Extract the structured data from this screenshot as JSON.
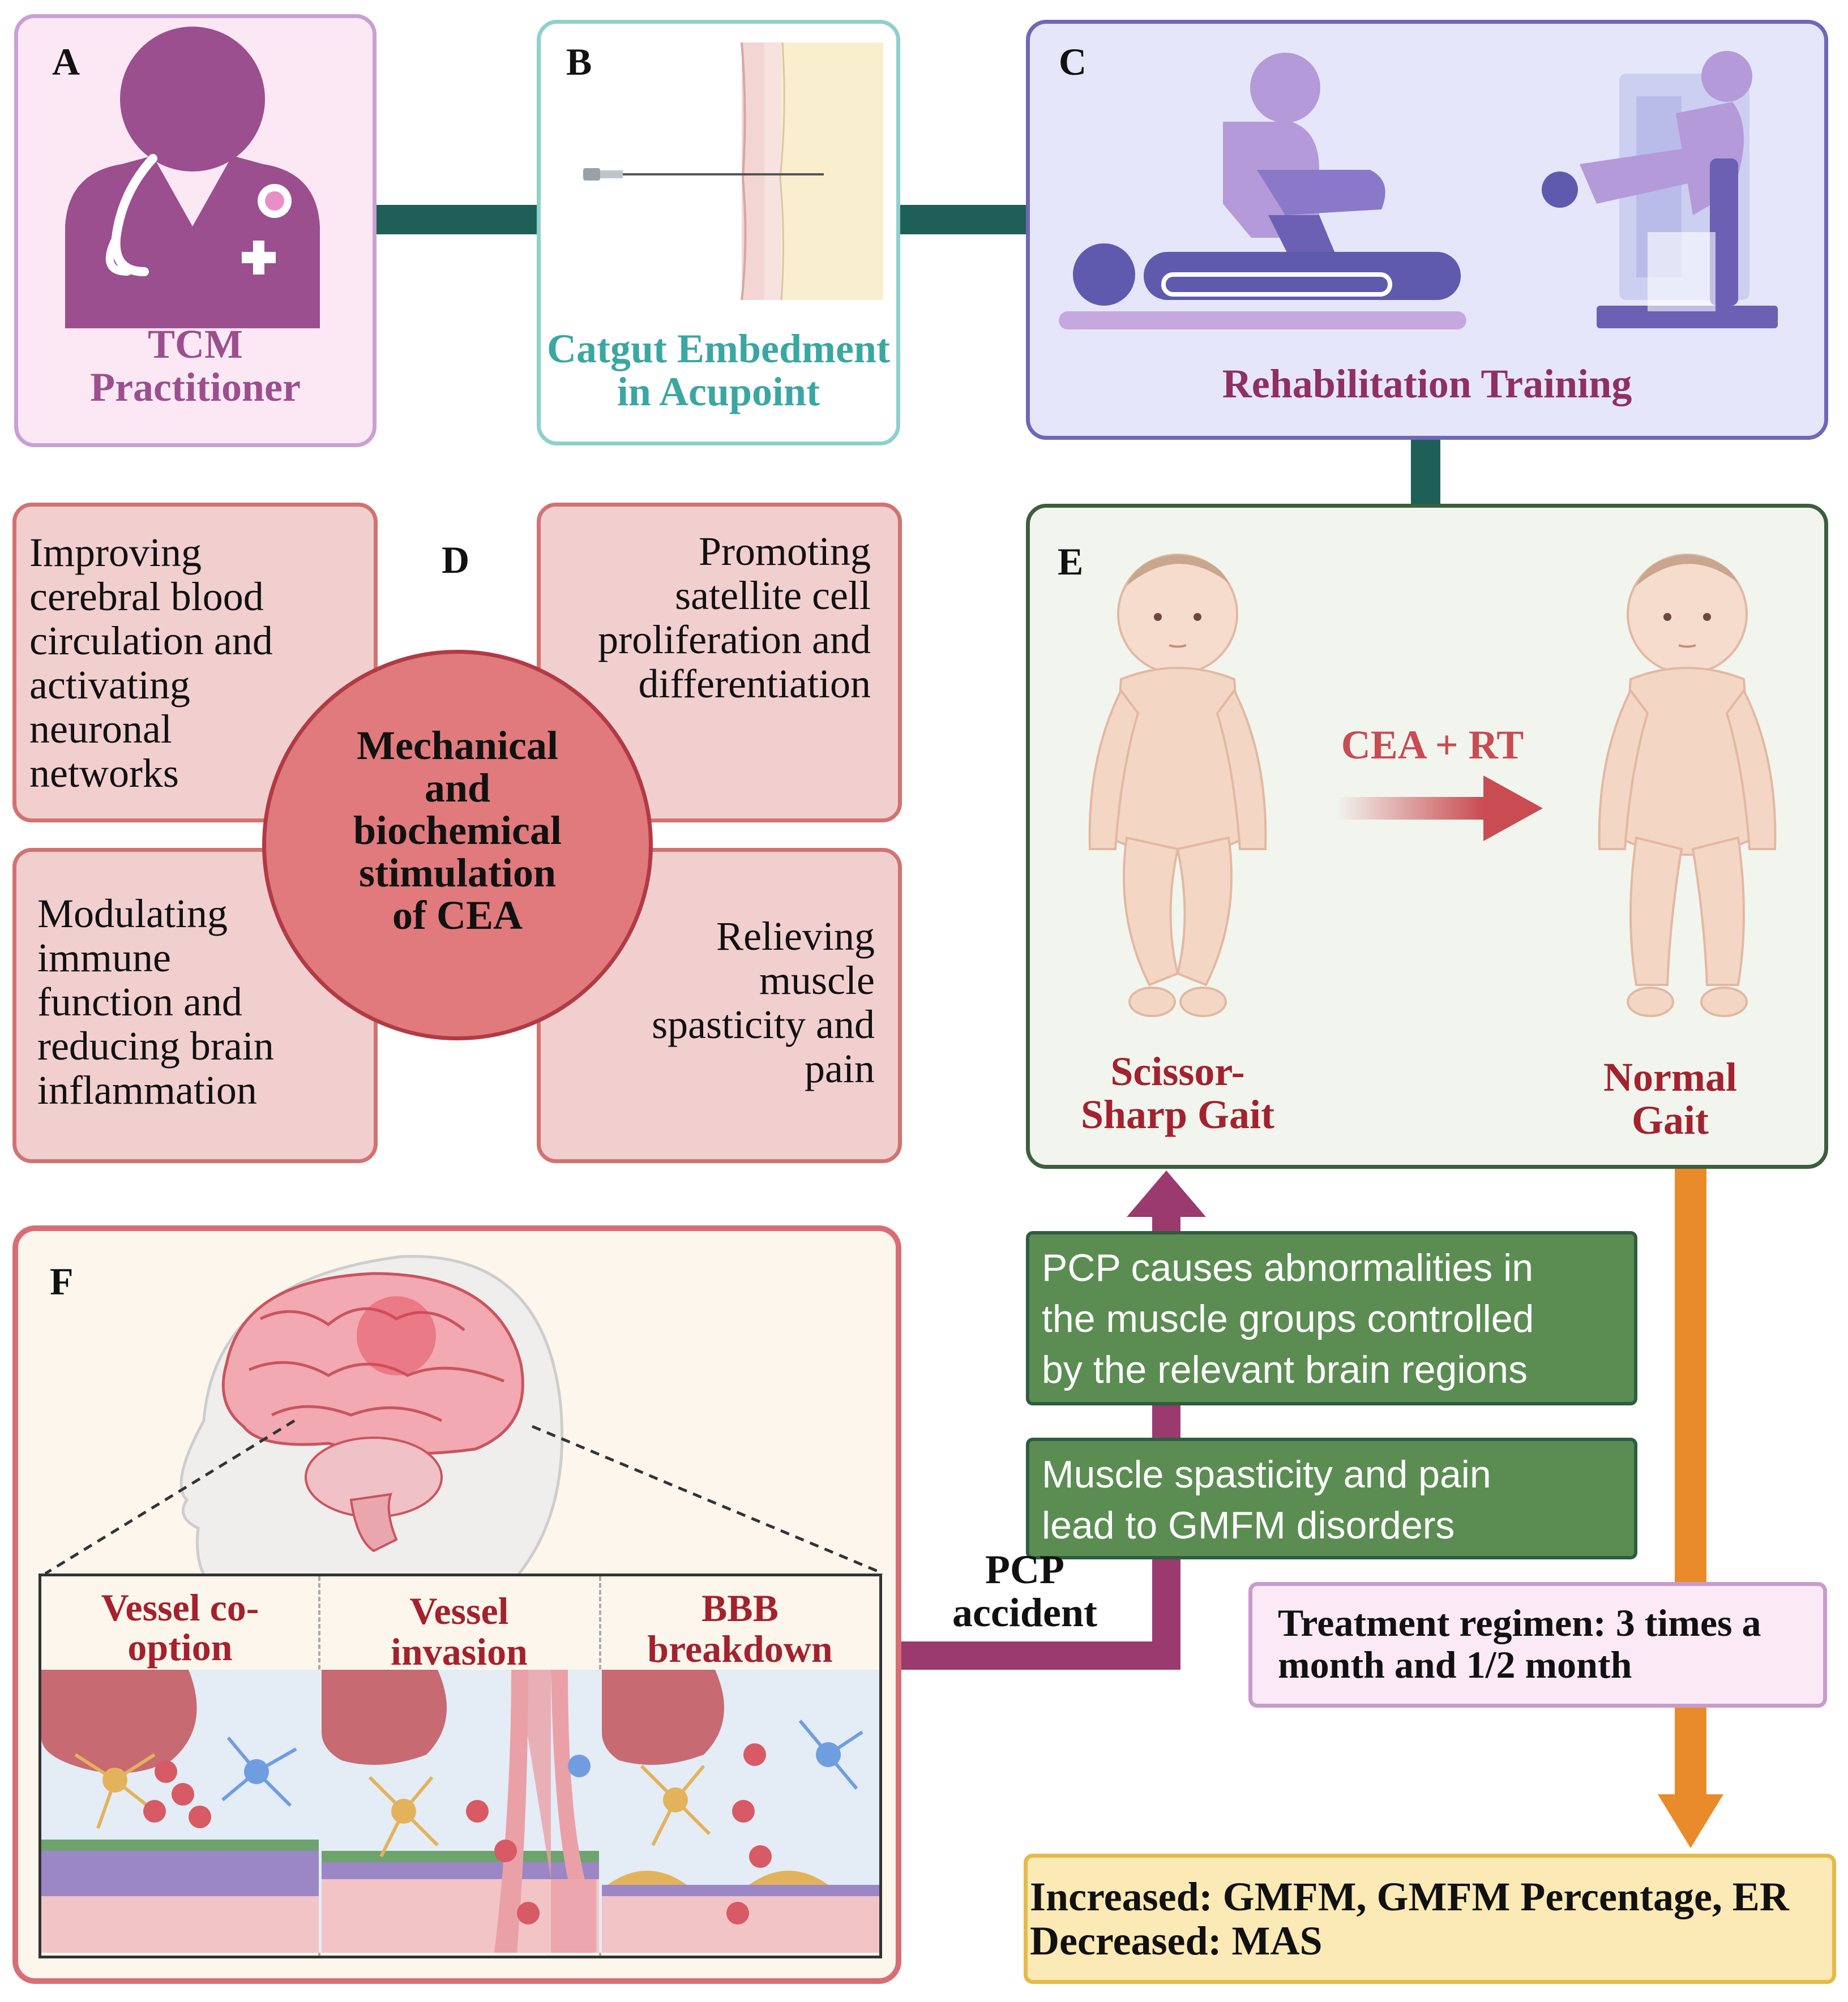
{
  "panels": {
    "a": {
      "letter": "A",
      "title_line1": "TCM",
      "title_line2": "Practitioner"
    },
    "b": {
      "letter": "B",
      "title_line1": "Catgut Embedment",
      "title_line2": "in Acupoint"
    },
    "c": {
      "letter": "C",
      "title": "Rehabilitation Training"
    },
    "d": {
      "letter": "D",
      "center_lines": [
        "Mechanical",
        "and",
        "biochemical",
        "stimulation",
        "of CEA"
      ],
      "top_left_lines": [
        "Improving",
        "cerebral blood",
        "circulation and",
        "activating",
        "neuronal",
        "networks"
      ],
      "top_right_lines": [
        "Promoting",
        "satellite cell",
        "proliferation and",
        "differentiation"
      ],
      "bottom_left_lines": [
        "Modulating",
        "immune",
        "function and",
        "reducing brain",
        "inflammation"
      ],
      "bottom_right_lines": [
        "Relieving",
        "muscle",
        "spasticity and",
        "pain"
      ]
    },
    "e": {
      "letter": "E",
      "arrow_label": "CEA + RT",
      "left_label_line1": "Scissor-",
      "left_label_line2": "Sharp Gait",
      "right_label_line1": "Normal",
      "right_label_line2": "Gait"
    },
    "f": {
      "letter": "F",
      "stage1_line1": "Vessel co-",
      "stage1_line2": "option",
      "stage2_line1": "Vessel",
      "stage2_line2": "invasion",
      "stage3_line1": "BBB",
      "stage3_line2": "breakdown"
    }
  },
  "flow": {
    "pcp_label_line1": "PCP",
    "pcp_label_line2": "accident",
    "green_box1_lines": [
      "PCP causes abnormalities in",
      "the muscle groups controlled",
      "by the relevant brain regions"
    ],
    "green_box2_lines": [
      "Muscle spasticity and pain",
      "lead to GMFM disorders"
    ],
    "regimen_lines": [
      "Treatment regimen: 3 times a",
      "month and 1/2 month"
    ],
    "outcome_line1": "Increased: GMFM, GMFM Percentage, ER",
    "outcome_line2": "Decreased: MAS"
  },
  "colors": {
    "connector_teal": "#1e5f58",
    "tcm_purple": "#9b4f8f",
    "catgut_teal": "#3aa7a3",
    "rehab_purple": "#7b6fbf",
    "rehab_text": "#8f2f62",
    "red_accent": "#c94c52",
    "orange_flow": "#e98b2a",
    "magenta_flow": "#9b3a6e",
    "green_box": "#5b8d52"
  }
}
